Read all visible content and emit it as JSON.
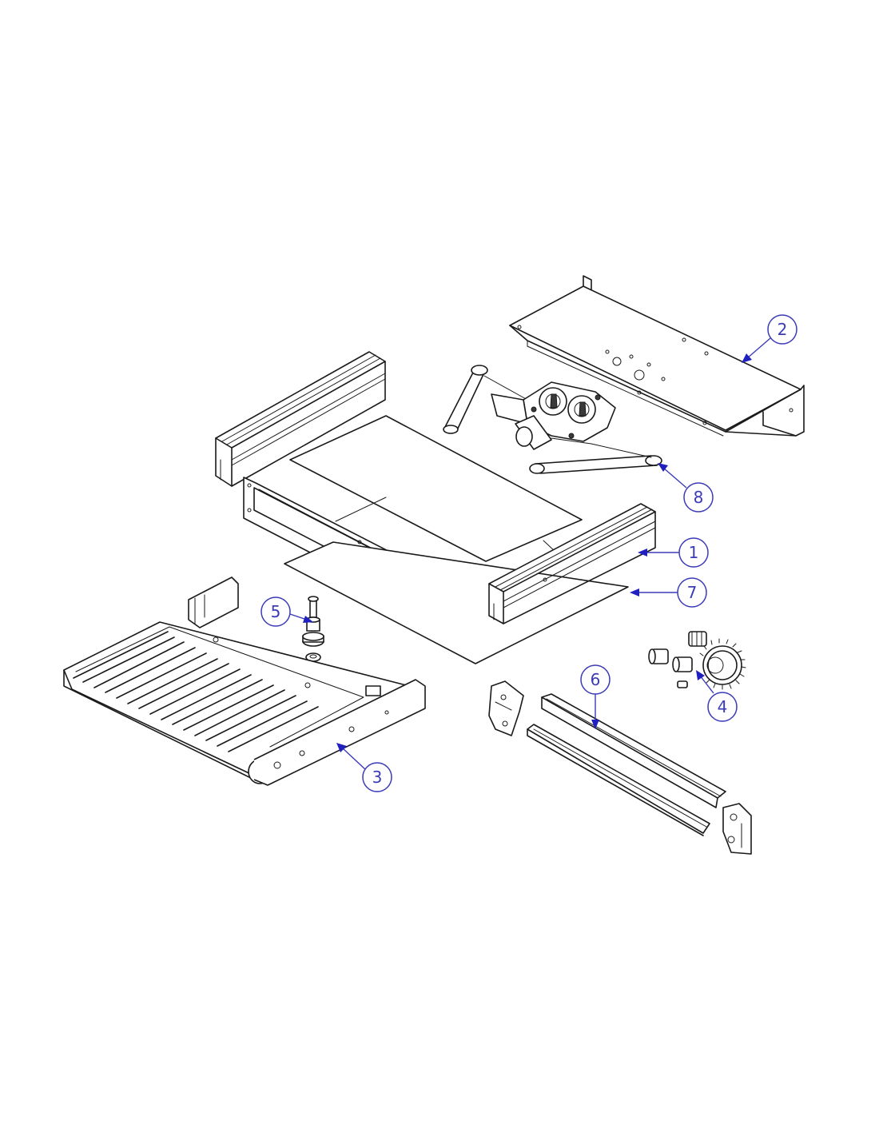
{
  "diagram": {
    "callouts": [
      {
        "id": "1",
        "label": "1"
      },
      {
        "id": "2",
        "label": "2"
      },
      {
        "id": "3",
        "label": "3"
      },
      {
        "id": "4",
        "label": "4"
      },
      {
        "id": "5",
        "label": "5"
      },
      {
        "id": "6",
        "label": "6"
      },
      {
        "id": "7",
        "label": "7"
      },
      {
        "id": "8",
        "label": "8"
      }
    ],
    "colors": {
      "callout": "#3b3bb8",
      "arrow": "#2020c0",
      "line": "#1a1a1a"
    }
  }
}
